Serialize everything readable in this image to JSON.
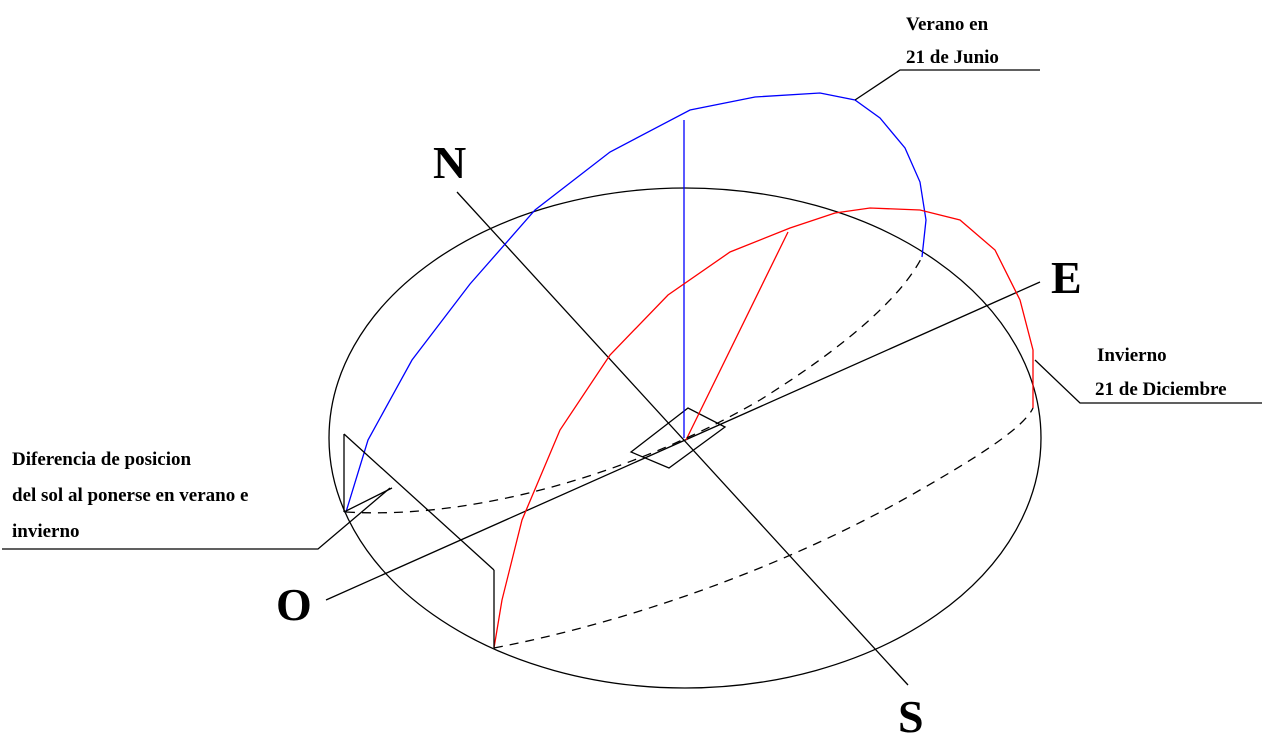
{
  "diagram": {
    "cardinals": {
      "north": "N",
      "south": "S",
      "east": "E",
      "west": "O"
    },
    "summer_label": {
      "line1": "Verano en",
      "line2": "21 de Junio"
    },
    "winter_label": {
      "line1": "Invierno",
      "line2": "21 de Diciembre"
    },
    "difference_label": {
      "line1": "Diferencia de posicion",
      "line2": "del sol al ponerse en verano e",
      "line3": "invierno"
    },
    "colors": {
      "summer_path": "#0000ff",
      "winter_path": "#ff0000",
      "structure": "#000000",
      "background": "#ffffff"
    }
  }
}
